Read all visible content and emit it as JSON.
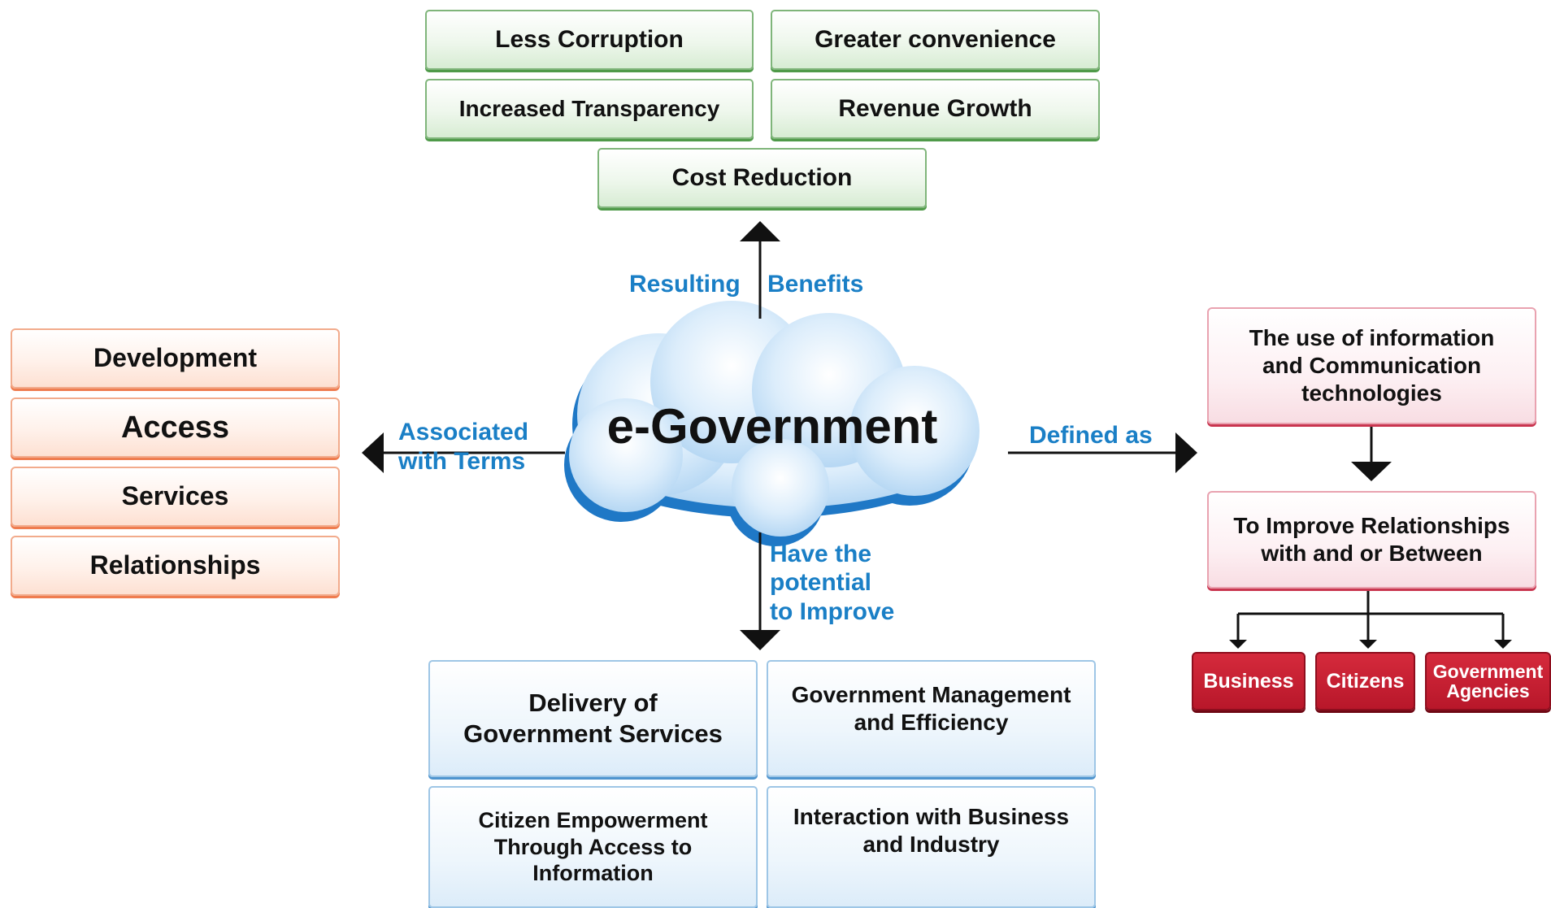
{
  "title": "e-Government",
  "benefits": {
    "label_left": "Resulting",
    "label_right": "Benefits",
    "items": [
      "Less Corruption",
      "Greater convenience",
      "Increased Transparency",
      "Revenue Growth",
      "Cost Reduction"
    ]
  },
  "terms": {
    "label": "Associated\nwith Terms",
    "items": [
      "Development",
      "Access",
      "Services",
      "Relationships"
    ]
  },
  "definition": {
    "label": "Defined as",
    "box1": "The use of information and Communication technologies",
    "box2": "To Improve Relationships with and or Between",
    "targets": [
      "Business",
      "Citizens",
      "Government Agencies"
    ]
  },
  "improve": {
    "label": "Have the\npotential\nto Improve",
    "items": [
      "Delivery of Government Services",
      "Government Management and Efficiency",
      "Citizen Empowerment Through Access to Information",
      "Interaction with Business and Industry"
    ]
  },
  "colors": {
    "label_blue": "#1a7fc6",
    "green_accent": "#4f9a49",
    "orange_accent": "#ef7c4f",
    "blue_accent": "#4f95cf",
    "pink_accent": "#c9354f",
    "red_fill": "#c21e31"
  }
}
